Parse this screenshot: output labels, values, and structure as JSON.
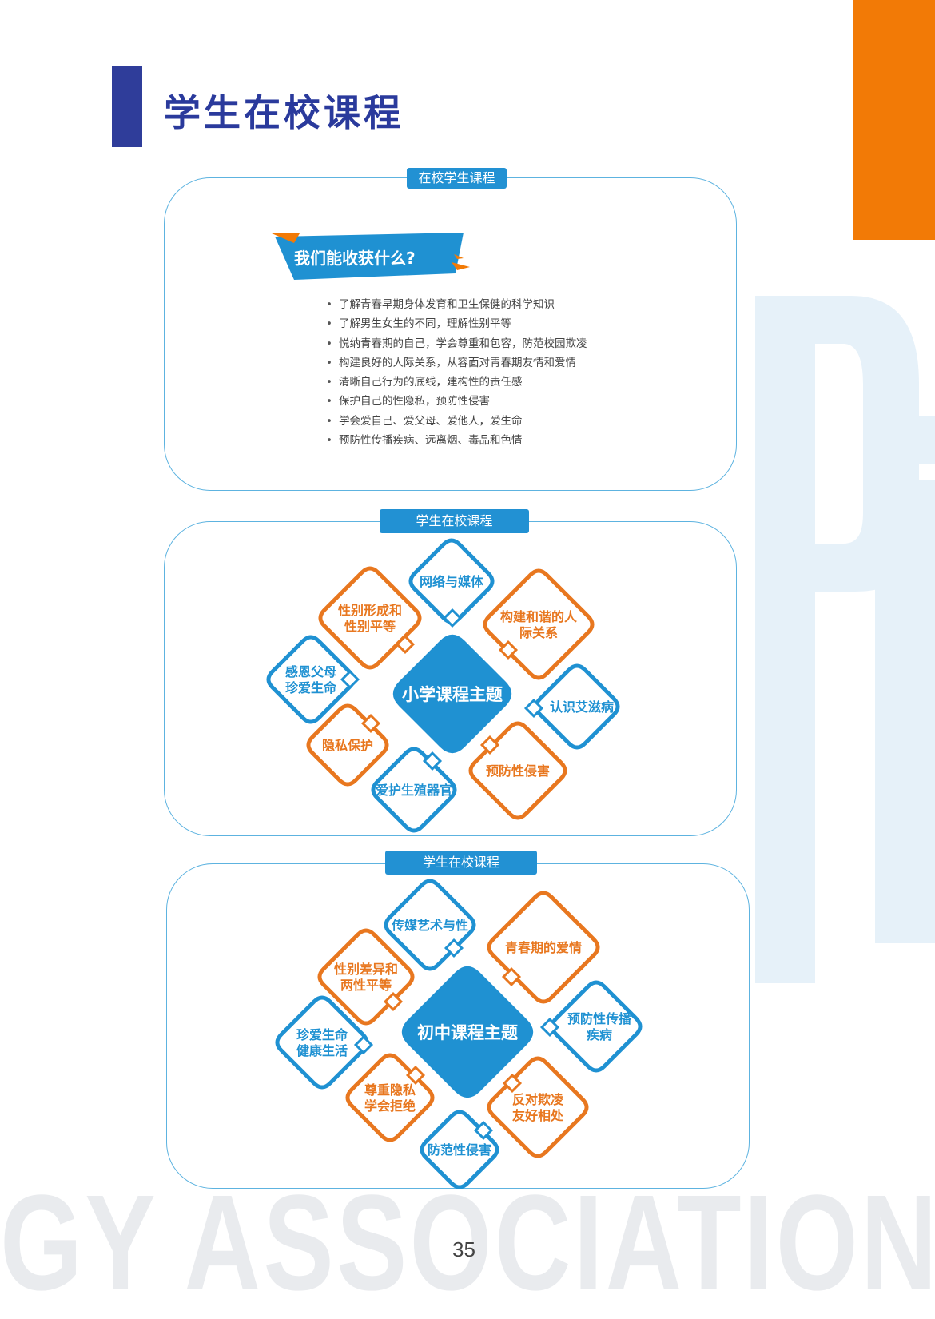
{
  "page": {
    "title": "学生在校课程",
    "number": "35"
  },
  "background": {
    "watermark_text": "GY ASSOCIATION"
  },
  "colors": {
    "blue": "#1f91d2",
    "orange": "#e8771f",
    "navy": "#2f3d9a",
    "accent_orange": "#f27a06"
  },
  "panel1": {
    "tag": "在校学生课程",
    "banner": "我们能收获什么?",
    "items": [
      "了解青春早期身体发育和卫生保健的科学知识",
      "了解男生女生的不同，理解性别平等",
      "悦纳青春期的自己，学会尊重和包容，防范校园欺凌",
      "构建良好的人际关系，从容面对青春期友情和爱情",
      "清晰自己行为的底线，建构性的责任感",
      "保护自己的性隐私，预防性侵害",
      "学会爱自己、爱父母、爱他人，爱生命",
      "预防性传播疾病、远离烟、毒品和色情"
    ]
  },
  "panel2": {
    "tag": "学生在校课程",
    "center": "小学课程主题",
    "topics": [
      {
        "lines": [
          "网络与媒体"
        ],
        "color": "blue"
      },
      {
        "lines": [
          "性别形成和",
          "性别平等"
        ],
        "color": "orange"
      },
      {
        "lines": [
          "构建和谐的人",
          "际关系"
        ],
        "color": "orange"
      },
      {
        "lines": [
          "感恩父母",
          "珍爱生命"
        ],
        "color": "blue"
      },
      {
        "lines": [
          "认识艾滋病"
        ],
        "color": "blue"
      },
      {
        "lines": [
          "隐私保护"
        ],
        "color": "orange"
      },
      {
        "lines": [
          "预防性侵害"
        ],
        "color": "orange"
      },
      {
        "lines": [
          "爱护生殖器官"
        ],
        "color": "blue"
      }
    ]
  },
  "panel3": {
    "tag": "学生在校课程",
    "center": "初中课程主题",
    "topics": [
      {
        "lines": [
          "传媒艺术与性"
        ],
        "color": "blue"
      },
      {
        "lines": [
          "青春期的爱情"
        ],
        "color": "orange"
      },
      {
        "lines": [
          "性别差异和",
          "两性平等"
        ],
        "color": "orange"
      },
      {
        "lines": [
          "预防性传播",
          "疾病"
        ],
        "color": "blue"
      },
      {
        "lines": [
          "珍爱生命",
          "健康生活"
        ],
        "color": "blue"
      },
      {
        "lines": [
          "尊重隐私",
          "学会拒绝"
        ],
        "color": "orange"
      },
      {
        "lines": [
          "反对欺凌",
          "友好相处"
        ],
        "color": "orange"
      },
      {
        "lines": [
          "防范性侵害"
        ],
        "color": "blue"
      }
    ]
  }
}
